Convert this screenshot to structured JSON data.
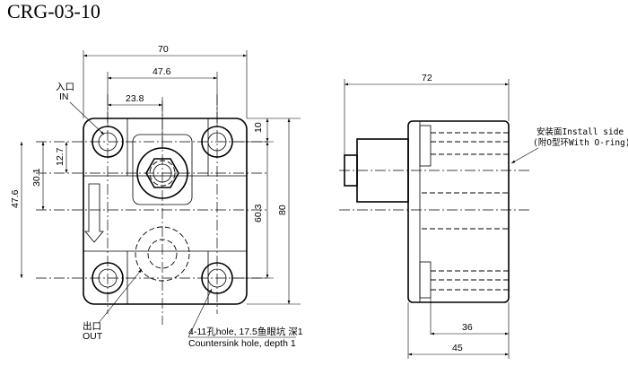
{
  "title": "CRG-03-10",
  "front_view": {
    "dims": {
      "overall_width": "70",
      "port_spacing": "47.6",
      "port_offset": "23.8",
      "top_offset": "10",
      "offset_12_7": "12.7",
      "offset_30_1": "30.1",
      "left_height": "47.6",
      "inner_height": "60.3",
      "overall_height": "80"
    },
    "labels": {
      "inlet_cn": "入口",
      "inlet_en": "IN",
      "outlet_cn": "出口",
      "outlet_en": "OUT",
      "hole_note_1": "4-11孔hole, 17.5鱼眼坑 深1",
      "hole_note_2": "Countersink hole, depth 1"
    }
  },
  "side_view": {
    "dims": {
      "overall_width": "72",
      "depth_36": "36",
      "depth_45": "45"
    },
    "labels": {
      "install_side": "安装面Install side",
      "oring_note": "(附O型环With O-ring)"
    }
  }
}
